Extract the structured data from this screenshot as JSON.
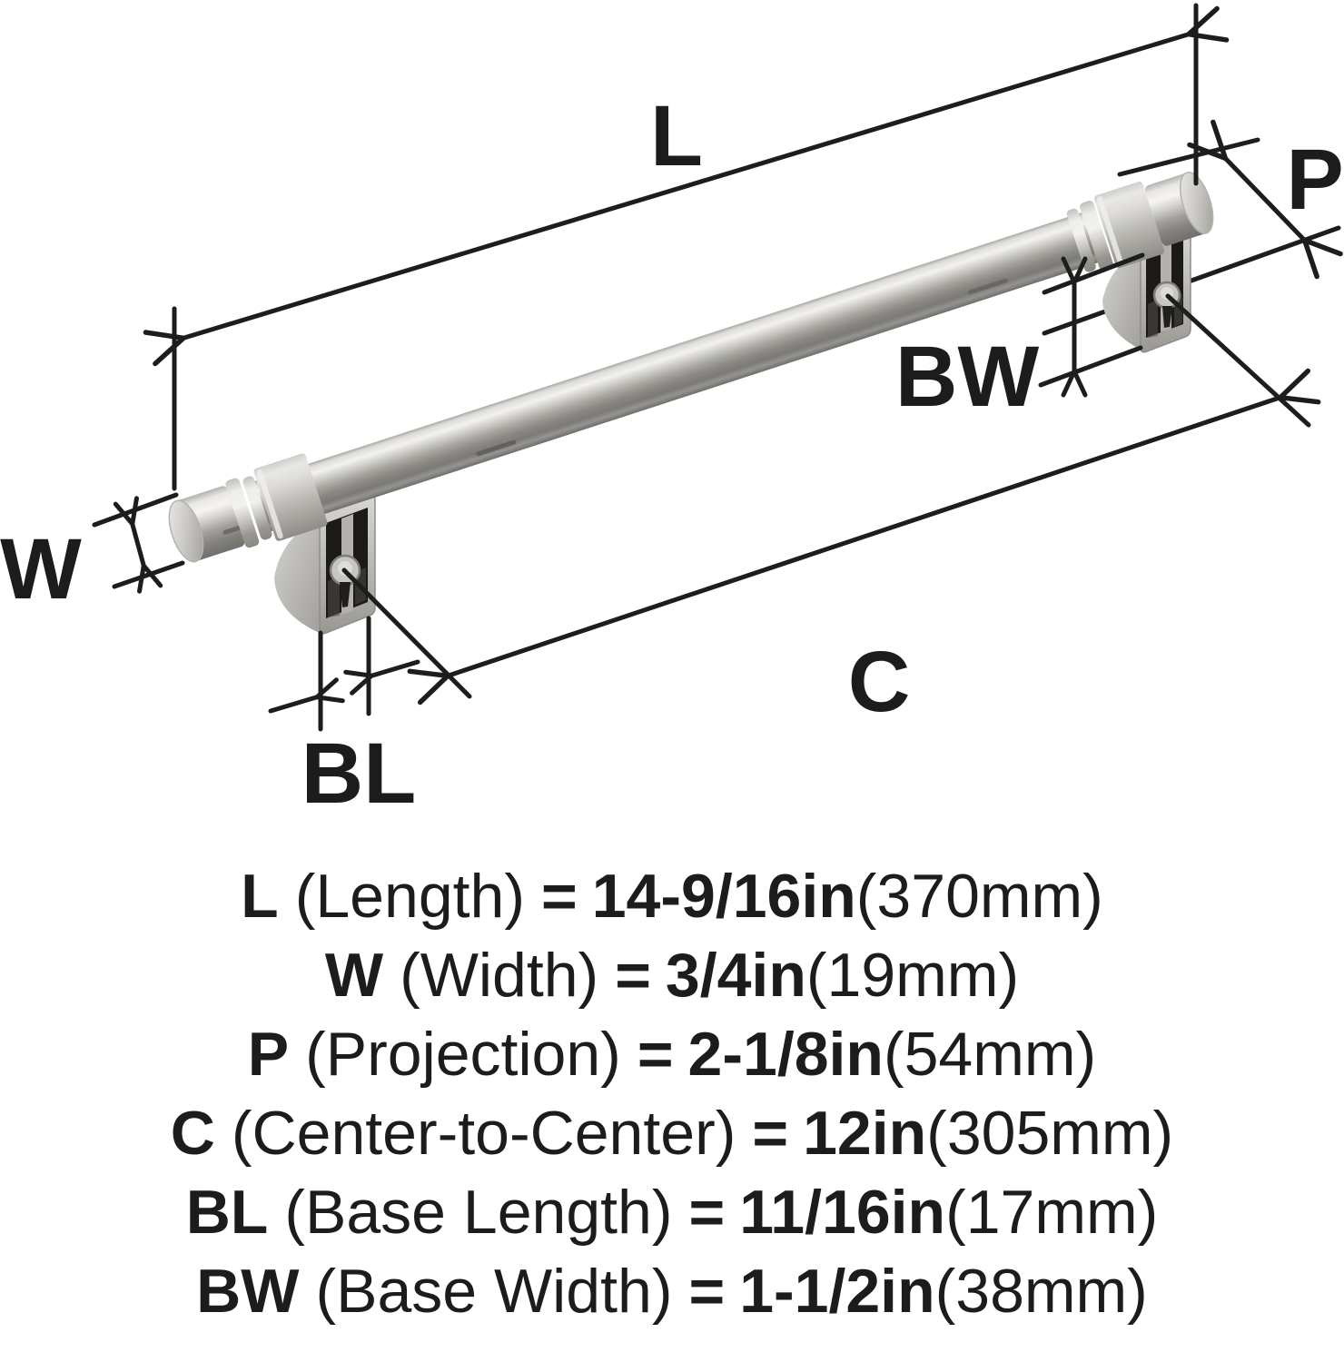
{
  "colors": {
    "background": "#ffffff",
    "ink": "#1d1d1d",
    "metal_highlight": "#f3f2f0",
    "metal_mid": "#b8b6b1",
    "metal_dark": "#7c7a75",
    "slot_dark": "#1b1a18"
  },
  "diagram": {
    "labels": {
      "length": "L",
      "width": "W",
      "projection": "P",
      "center_to_center": "C",
      "base_length": "BL",
      "base_width": "BW"
    }
  },
  "specs": {
    "equals": "=",
    "rows": [
      {
        "letter": "L",
        "name": "(Length)",
        "imperial": "14-9/16in",
        "metric": "(370mm)"
      },
      {
        "letter": "W",
        "name": "(Width)",
        "imperial": "3/4in",
        "metric": "(19mm)"
      },
      {
        "letter": "P",
        "name": "(Projection)",
        "imperial": "2-1/8in",
        "metric": "(54mm)"
      },
      {
        "letter": "C",
        "name": "(Center-to-Center)",
        "imperial": "12in",
        "metric": "(305mm)"
      },
      {
        "letter": "BL",
        "name": "(Base Length)",
        "imperial": "11/16in",
        "metric": "(17mm)"
      },
      {
        "letter": "BW",
        "name": "(Base Width)",
        "imperial": "1-1/2in",
        "metric": "(38mm)"
      }
    ]
  }
}
